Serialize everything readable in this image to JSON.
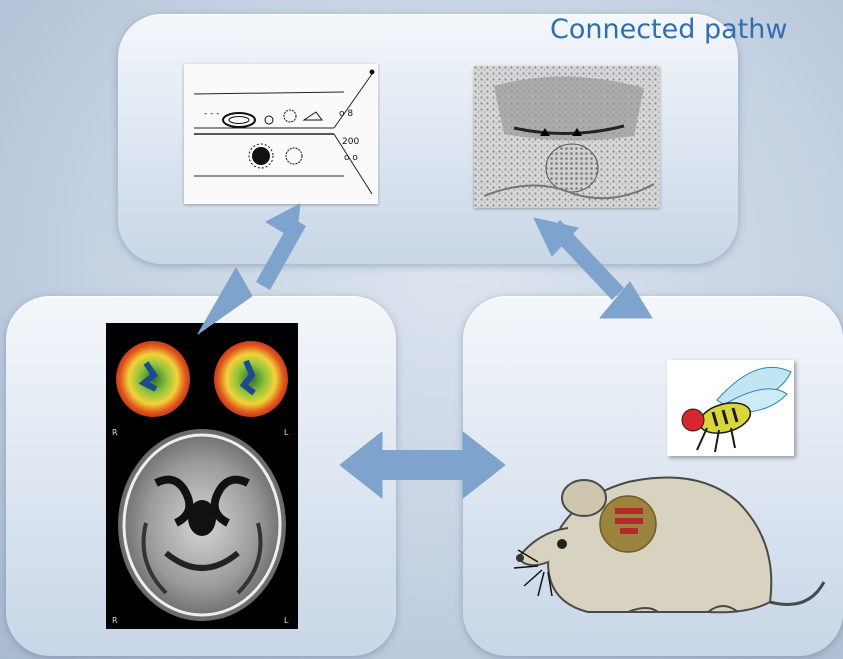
{
  "slide": {
    "title": "Connected pathw"
  },
  "scan_labels": {
    "top_left": "R",
    "top_right": "L",
    "bottom_left": "R",
    "bottom_right": "L"
  },
  "colors": {
    "title": "#2f6fb0",
    "arrow": "#7ea3cd",
    "mouse_body": "#d8d2c0",
    "mouse_patch": "#9c8440",
    "mouse_marker": "#b3282b"
  },
  "icons": {
    "electrode": "electrode-diagram-icon",
    "synapse": "synapse-micrograph-icon",
    "brain": "brain-scan-icon",
    "fly": "fruit-fly-icon",
    "mouse": "mouse-icon"
  }
}
